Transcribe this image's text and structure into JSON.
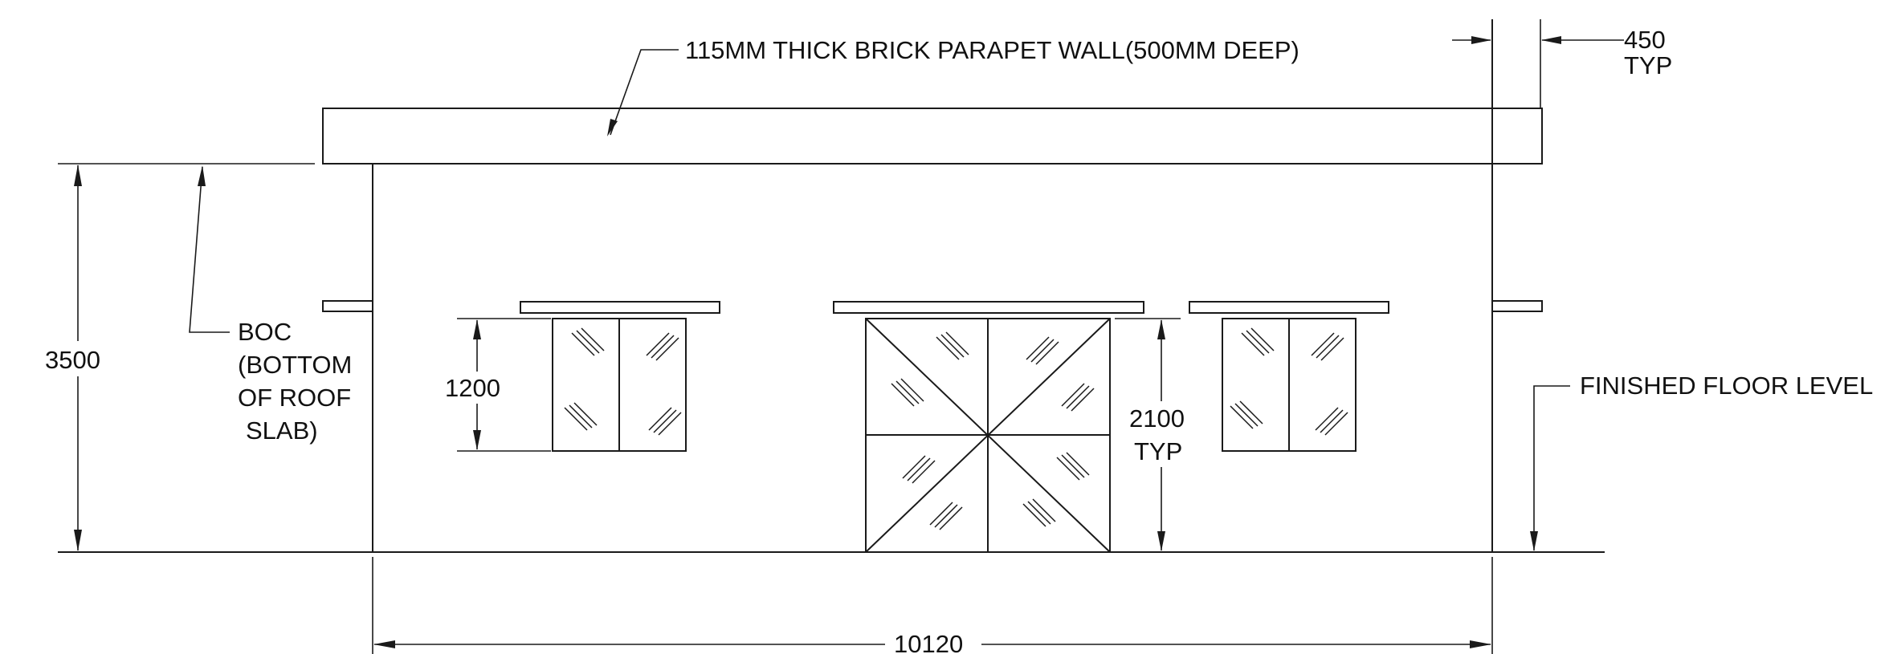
{
  "labels": {
    "parapet_note": "115MM THICK BRICK PARAPET WALL(500MM DEEP)",
    "parapet_dim": "450",
    "parapet_dim_typ": "TYP",
    "boc_line1": "BOC",
    "boc_line2": "(BOTTOM",
    "boc_line3": "OF ROOF",
    "boc_line4": "SLAB)",
    "height_dim": "3500",
    "window_dim": "1200",
    "door_dim": "2100",
    "door_dim_typ": "TYP",
    "ffl_note": "FINISHED FLOOR LEVEL",
    "width_dim": "10120"
  },
  "colors": {
    "line": "#1a1a1a",
    "text": "#111111",
    "background": "#ffffff"
  }
}
